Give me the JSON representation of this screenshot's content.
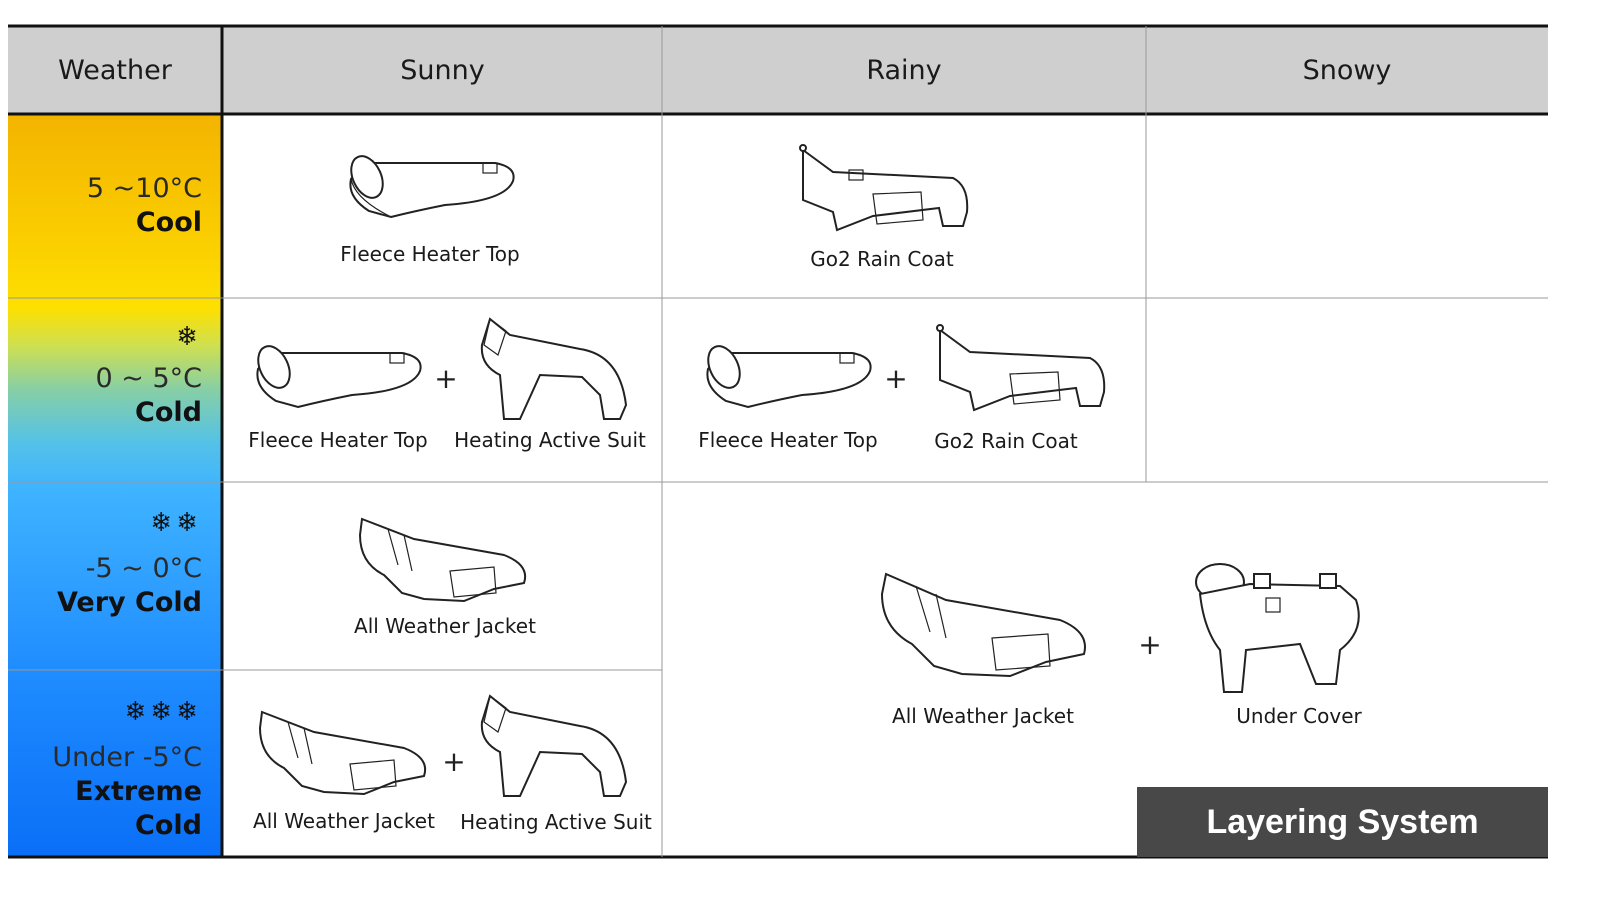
{
  "header": {
    "weather": "Weather",
    "sunny": "Sunny",
    "rainy": "Rainy",
    "snowy": "Snowy"
  },
  "rows": [
    {
      "range": "5 ~10°C",
      "label": "Cool",
      "flakes": ""
    },
    {
      "range": "0 ~ 5°C",
      "label": "Cold",
      "flakes": "❄"
    },
    {
      "range": "-5 ~ 0°C",
      "label": "Very Cold",
      "flakes": "❄❄"
    },
    {
      "range": "Under -5°C",
      "label": "Extreme Cold",
      "flakes": "❄❄❄"
    }
  ],
  "cells": {
    "cool_sunny": {
      "item": "Fleece Heater Top"
    },
    "cool_rainy": {
      "item": "Go2 Rain Coat"
    },
    "cold_sunny": {
      "item1": "Fleece Heater Top",
      "plus": "+",
      "item2": "Heating Active Suit"
    },
    "cold_rainy": {
      "item1": "Fleece Heater Top",
      "plus": "+",
      "item2": "Go2 Rain Coat"
    },
    "verycold_sunny": {
      "item": "All Weather Jacket"
    },
    "extreme_sunny": {
      "item1": "All Weather Jacket",
      "plus": "+",
      "item2": "Heating Active Suit"
    },
    "merged_rainy_snowy": {
      "item1": "All Weather Jacket",
      "plus": "+",
      "item2": "Under Cover"
    }
  },
  "badge": {
    "text": "Layering System"
  },
  "colors": {
    "header_bg": "#cfcfcf",
    "badge_bg": "#484848",
    "grid": "#999999",
    "rule": "#111111"
  }
}
